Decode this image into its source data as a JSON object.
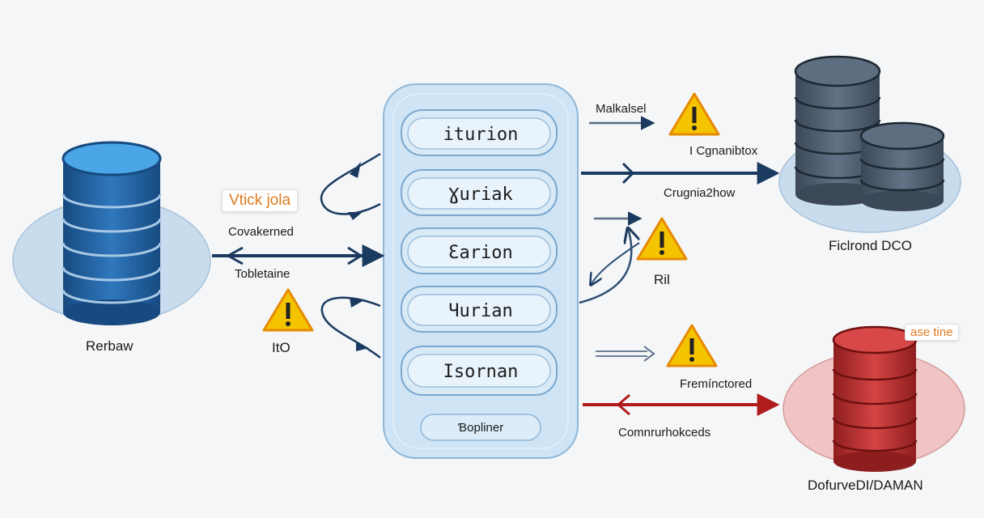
{
  "nodes": {
    "left_db": {
      "label": "Rerbaw"
    },
    "top_right_db": {
      "label": "Ficlrond DCO"
    },
    "bottom_right_db": {
      "label": "DofurveDI/DAMAN",
      "badge": "ase tine"
    }
  },
  "pipeline": {
    "stages": [
      "iturion",
      "Ɣuriak",
      "Ɛarion",
      "Ɥurian",
      "Isornan"
    ],
    "footer": "Ɓopliner"
  },
  "left_labels": {
    "badge": "Vtick jola",
    "arrow_top": "Covakerned",
    "arrow_bottom": "Tobletaine",
    "warning": "ItO"
  },
  "right_labels": {
    "arrow1": "Malkalsel",
    "arrow2_top": "I Cgnanibtox",
    "arrow2_bottom": "Crugnia2how",
    "warning2": "Ril",
    "arrow_red_top": "Fremínctored",
    "arrow_red_bottom": "Comnrurhokceds"
  },
  "colors": {
    "blue_db": "#1f5a96",
    "gray_db": "#4a5a6c",
    "red_db": "#b52a2a",
    "pipeline_fill": "#cde3f3",
    "arrow_navy": "#1b3a5f",
    "arrow_red": "#b01c1c",
    "warning": "#f5c400"
  }
}
